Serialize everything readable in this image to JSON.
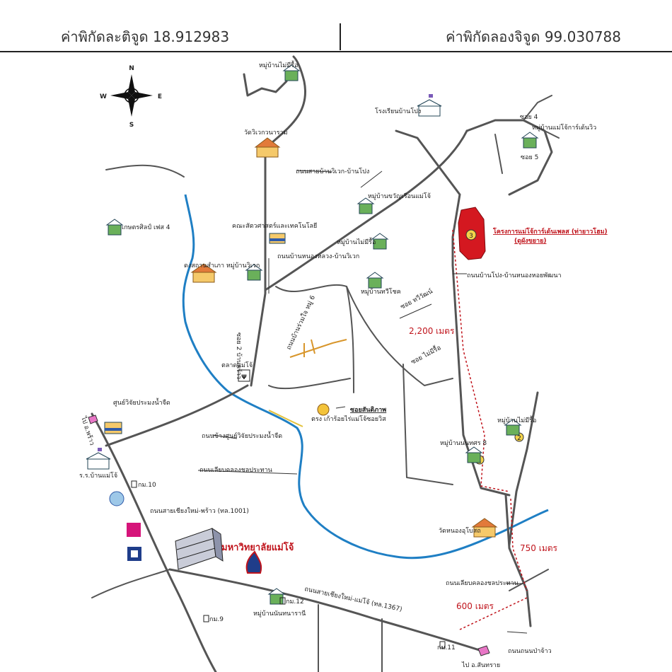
{
  "header": {
    "latitude": "ค่าพิกัดละติจูด 18.912983",
    "longitude": "ค่าพิกัดลองจิจูด 99.030788"
  },
  "compass": {
    "n": "N",
    "s": "S",
    "e": "E",
    "w": "W"
  },
  "labels": {
    "village_maemaeree_top": "หมู่บ้านไม่มีรื้อ",
    "school_banpong": "โรงเรียนบ้านโปง",
    "soi4": "ซอย 4",
    "soi5": "ซอย 5",
    "village_maejo_garden": "หมู่บ้านแม่โจ้การ์เด้นวิว",
    "temple_wiwek": "วัดวิเวกวนาราม",
    "road_wiwek_banpong": "ถนนสายบ้านวิเวก-บ้านโปง",
    "village_khwanruen": "หมู่บ้านขวัญเรือนแม่โจ้",
    "agri_art": "เกษตรศิลป์ เฟส 4",
    "fisheries_faculty": "คณะสัตวศาสตร์และเทคโนโลยี",
    "village_maemeeree2": "หมู่บ้านไม่มีรื้อ",
    "project_name": "โครงการแม่โจ้การ์เด้นเพลส (ท่ายาวโฮม)",
    "project_sub": "(ดูผังขยาย)",
    "project_marker": "3",
    "road_nongmueang": "ถนนบ้านหนองหลวง-บ้านวิเวก",
    "maejo_farm": "ดงสถานสำเภา หมู่บ้านวิเวก",
    "village_thawisak": "หมู่บ้านทวีโชค",
    "road_banpong_nonghoi": "ถนนบ้านโปง-บ้านหนองหอยพัฒนา",
    "soi_thawiwat": "ซอย ทวีวัฒน์",
    "soi_orchard": "ซอย 2 บ้านพร้าว",
    "soi_village_road": "ถนนบ้านร่วมใจ หมู่ 6",
    "dist_2200": "2,200 เมตร",
    "soi_meereu": "ซอย ไม่มีรื้อ",
    "maejo_market": "ตลาดแม่โจ้",
    "soi_santiphap": "ซอยสันติภาพ",
    "tha_pong": "ตรง เก้าร้อยไร่แม่โจ้ซอยวิส",
    "fish_research": "ศูนย์วิจัยประมงน้ำจืด",
    "road_fish_research": "ถนนข้างศูนย์วิจัยประมงน้ำจืด",
    "to_phrao": "ไป อ.พร้าว",
    "school_maejo": "ร.ร.บ้านแม่โจ้",
    "village_maemeeree3": "หมู่บ้านไม่มีรื้อ",
    "village_numkhot": "หมู่บ้านนนทศร 8",
    "road_canal": "ถนนเลียบคลองชลประทาน",
    "km10": "กม.10",
    "road_cm_phrao": "ถนนสายเชียงใหม่-พร้าว (ทล.1001)",
    "university": "มหาวิทยาลัยแม่โจ้",
    "temple_nongpukhok": "วัดหนองอุโบสถ",
    "dist_750": "750 เมตร",
    "road_cm_maejo": "ถนนสายเชียงใหม่-แม่โจ้ (ทล.1367)",
    "km12": "กม.12",
    "village_nanthanaree": "หมู่บ้านนันทนารานี",
    "road_canal2": "ถนนเลียบคลองชลประทาน",
    "dist_600": "600 เมตร",
    "km9": "กม.9",
    "km11": "กม.11",
    "road_bypass": "ถนนถนนป่าจ้าว",
    "to_sansai": "ไป อ.สันทราย",
    "marker1": "1",
    "marker2": "2"
  }
}
